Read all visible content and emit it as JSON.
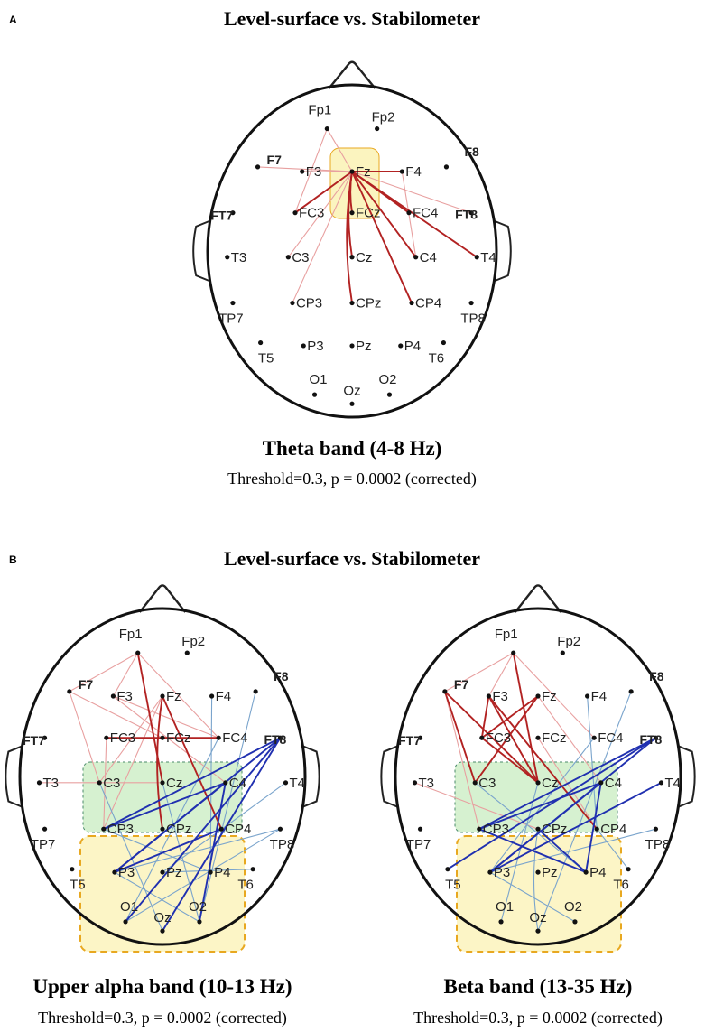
{
  "panel_a": {
    "letter": "A",
    "title": "Level-surface vs. Stabilometer",
    "caption": "Theta band (4-8 Hz)",
    "subcaption": "Threshold=0.3, p = 0.0002 (corrected)"
  },
  "panel_b": {
    "letter": "B",
    "title": "Level-surface vs. Stabilometer",
    "left": {
      "caption": "Upper alpha band (10-13 Hz)",
      "subcaption": "Threshold=0.3, p = 0.0002 (corrected)"
    },
    "right": {
      "caption": "Beta band (13-35 Hz)",
      "subcaption": "Threshold=0.3, p = 0.0002 (corrected)"
    }
  },
  "electrodes": [
    "Fp1",
    "Fp2",
    "F7",
    "F3",
    "Fz",
    "F4",
    "F8",
    "FT7",
    "FC3",
    "FCz",
    "FC4",
    "FT8",
    "T3",
    "C3",
    "Cz",
    "C4",
    "T4",
    "TP7",
    "CP3",
    "CPz",
    "CP4",
    "TP8",
    "T5",
    "P3",
    "Pz",
    "P4",
    "T6",
    "O1",
    "Oz",
    "O2"
  ],
  "colors": {
    "strong_red": "#b22222",
    "weak_red": "#e8a0a0",
    "strong_blue": "#2030b0",
    "weak_blue": "#7aa4cc",
    "yellow_box": "#fbf3b8",
    "yellow_border": "#e8a820",
    "green_box": "#cfeec8",
    "green_border": "#4a8a6a"
  },
  "connections": {
    "theta": [
      {
        "a": "Fz",
        "b": "F4",
        "kind": "strong_red"
      },
      {
        "a": "Fz",
        "b": "FC4",
        "kind": "strong_red"
      },
      {
        "a": "Fz",
        "b": "C4",
        "kind": "strong_red"
      },
      {
        "a": "Fz",
        "b": "CP4",
        "kind": "strong_red"
      },
      {
        "a": "Fz",
        "b": "T4",
        "kind": "strong_red"
      },
      {
        "a": "Fz",
        "b": "FC3",
        "kind": "strong_red"
      },
      {
        "a": "Fz",
        "b": "Cz",
        "kind": "strong_red"
      },
      {
        "a": "Fz",
        "b": "CPz",
        "kind": "strong_red"
      },
      {
        "a": "Fz",
        "b": "FCz",
        "kind": "strong_red"
      },
      {
        "a": "Fz",
        "b": "Fp1",
        "kind": "weak_red"
      },
      {
        "a": "Fz",
        "b": "F7",
        "kind": "weak_red"
      },
      {
        "a": "Fz",
        "b": "F3",
        "kind": "weak_red"
      },
      {
        "a": "Fz",
        "b": "C3",
        "kind": "weak_red"
      },
      {
        "a": "Fz",
        "b": "CP3",
        "kind": "weak_red"
      },
      {
        "a": "Fz",
        "b": "FT8",
        "kind": "weak_red"
      },
      {
        "a": "Fp1",
        "b": "FC3",
        "kind": "weak_red"
      },
      {
        "a": "F4",
        "b": "C4",
        "kind": "weak_red"
      }
    ],
    "alpha": [
      {
        "a": "Fp1",
        "b": "Cz",
        "kind": "strong_red"
      },
      {
        "a": "Fz",
        "b": "CP4",
        "kind": "strong_red"
      },
      {
        "a": "FC3",
        "b": "FC4",
        "kind": "strong_red"
      },
      {
        "a": "Fz",
        "b": "CPz",
        "kind": "strong_red"
      },
      {
        "a": "Fp1",
        "b": "F3",
        "kind": "weak_red"
      },
      {
        "a": "Fp1",
        "b": "F7",
        "kind": "weak_red"
      },
      {
        "a": "Fp1",
        "b": "FC4",
        "kind": "weak_red"
      },
      {
        "a": "F7",
        "b": "C3",
        "kind": "weak_red"
      },
      {
        "a": "F7",
        "b": "FCz",
        "kind": "weak_red"
      },
      {
        "a": "F3",
        "b": "FC4",
        "kind": "weak_red"
      },
      {
        "a": "F3",
        "b": "C4",
        "kind": "weak_red"
      },
      {
        "a": "Fz",
        "b": "C3",
        "kind": "weak_red"
      },
      {
        "a": "Fz",
        "b": "CP3",
        "kind": "weak_red"
      },
      {
        "a": "T3",
        "b": "Cz",
        "kind": "weak_red"
      },
      {
        "a": "FC3",
        "b": "CP3",
        "kind": "weak_red"
      },
      {
        "a": "FT8",
        "b": "P3",
        "kind": "strong_blue"
      },
      {
        "a": "FT8",
        "b": "CP3",
        "kind": "strong_blue"
      },
      {
        "a": "FT8",
        "b": "Oz",
        "kind": "strong_blue"
      },
      {
        "a": "FT8",
        "b": "O1",
        "kind": "strong_blue"
      },
      {
        "a": "C4",
        "b": "P3",
        "kind": "strong_blue"
      },
      {
        "a": "C4",
        "b": "CP3",
        "kind": "strong_blue"
      },
      {
        "a": "C4",
        "b": "O2",
        "kind": "strong_blue"
      },
      {
        "a": "CP4",
        "b": "P3",
        "kind": "strong_blue"
      },
      {
        "a": "F4",
        "b": "P4",
        "kind": "weak_blue"
      },
      {
        "a": "F8",
        "b": "O2",
        "kind": "weak_blue"
      },
      {
        "a": "FC4",
        "b": "O1",
        "kind": "weak_blue"
      },
      {
        "a": "T4",
        "b": "Pz",
        "kind": "weak_blue"
      },
      {
        "a": "TP8",
        "b": "P3",
        "kind": "weak_blue"
      },
      {
        "a": "TP8",
        "b": "O1",
        "kind": "weak_blue"
      },
      {
        "a": "T6",
        "b": "Pz",
        "kind": "weak_blue"
      },
      {
        "a": "Cz",
        "b": "O2",
        "kind": "weak_blue"
      },
      {
        "a": "C3",
        "b": "Oz",
        "kind": "weak_blue"
      },
      {
        "a": "CP3",
        "b": "P4",
        "kind": "weak_blue"
      },
      {
        "a": "P3",
        "b": "O2",
        "kind": "weak_blue"
      }
    ],
    "beta": [
      {
        "a": "Fp1",
        "b": "Cz",
        "kind": "strong_red"
      },
      {
        "a": "F7",
        "b": "C3",
        "kind": "strong_red"
      },
      {
        "a": "F7",
        "b": "Cz",
        "kind": "strong_red"
      },
      {
        "a": "F3",
        "b": "Cz",
        "kind": "strong_red"
      },
      {
        "a": "F3",
        "b": "FC3",
        "kind": "strong_red"
      },
      {
        "a": "Fz",
        "b": "C3",
        "kind": "strong_red"
      },
      {
        "a": "Fz",
        "b": "FC3",
        "kind": "strong_red"
      },
      {
        "a": "FC3",
        "b": "Cz",
        "kind": "strong_red"
      },
      {
        "a": "F3",
        "b": "CP4",
        "kind": "strong_red"
      },
      {
        "a": "Fp1",
        "b": "F3",
        "kind": "weak_red"
      },
      {
        "a": "Fp1",
        "b": "F7",
        "kind": "weak_red"
      },
      {
        "a": "Fp1",
        "b": "FC4",
        "kind": "weak_red"
      },
      {
        "a": "Fz",
        "b": "C4",
        "kind": "weak_red"
      },
      {
        "a": "FCz",
        "b": "CP4",
        "kind": "weak_red"
      },
      {
        "a": "T3",
        "b": "CPz",
        "kind": "weak_red"
      },
      {
        "a": "F7",
        "b": "CP3",
        "kind": "weak_red"
      },
      {
        "a": "FT8",
        "b": "P3",
        "kind": "strong_blue"
      },
      {
        "a": "FT8",
        "b": "CP3",
        "kind": "strong_blue"
      },
      {
        "a": "FT8",
        "b": "T5",
        "kind": "strong_blue"
      },
      {
        "a": "C4",
        "b": "P3",
        "kind": "strong_blue"
      },
      {
        "a": "C4",
        "b": "CP3",
        "kind": "strong_blue"
      },
      {
        "a": "T4",
        "b": "P3",
        "kind": "strong_blue"
      },
      {
        "a": "CP3",
        "b": "P4",
        "kind": "strong_blue"
      },
      {
        "a": "CPz",
        "b": "P4",
        "kind": "strong_blue"
      },
      {
        "a": "C4",
        "b": "P4",
        "kind": "strong_blue"
      },
      {
        "a": "F4",
        "b": "CP4",
        "kind": "weak_blue"
      },
      {
        "a": "F8",
        "b": "Oz",
        "kind": "weak_blue"
      },
      {
        "a": "FC4",
        "b": "P3",
        "kind": "weak_blue"
      },
      {
        "a": "TP8",
        "b": "P3",
        "kind": "weak_blue"
      },
      {
        "a": "T6",
        "b": "CP4",
        "kind": "weak_blue"
      },
      {
        "a": "Cz",
        "b": "O1",
        "kind": "weak_blue"
      },
      {
        "a": "CPz",
        "b": "Oz",
        "kind": "weak_blue"
      },
      {
        "a": "P3",
        "b": "O2",
        "kind": "weak_blue"
      },
      {
        "a": "C3",
        "b": "P4",
        "kind": "weak_blue"
      }
    ]
  }
}
